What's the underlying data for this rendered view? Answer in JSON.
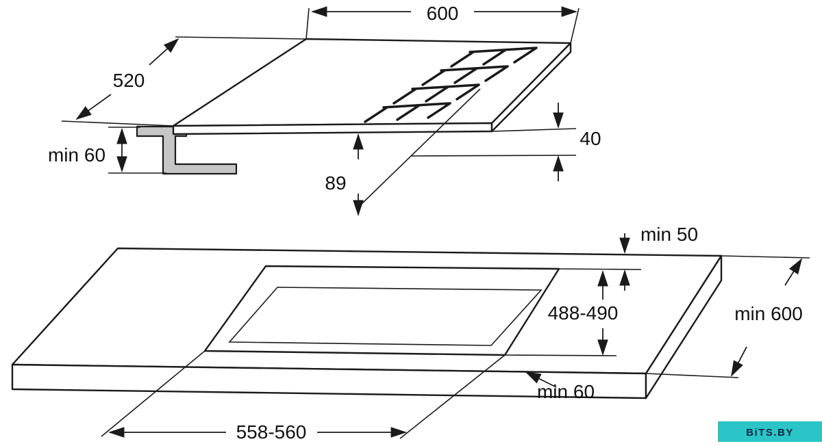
{
  "page": {
    "background": "#ffffff",
    "line_color": "#1a1a1a"
  },
  "hob_diagram": {
    "width_label": "600",
    "depth_label": "520",
    "bracket_clearance_label": "min 60",
    "install_depth_label": "89",
    "body_height_label": "40"
  },
  "worktop_diagram": {
    "rear_clearance_label": "min 50",
    "cutout_depth_label": "488-490",
    "worktop_min_depth_label": "min 600",
    "front_clearance_label": "min 60",
    "cutout_width_label": "558-560"
  },
  "watermark": {
    "text": "BiTS.BY",
    "bg_color": "#2bc5c8",
    "text_color": "#16243e"
  }
}
